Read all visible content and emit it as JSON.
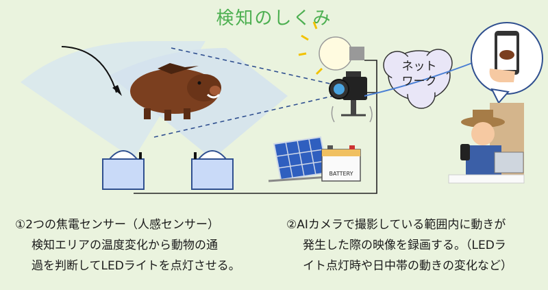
{
  "title": "検知のしくみ",
  "network_label_line1": "ネット",
  "network_label_line2": "ワーク",
  "battery_label": "BATTERY",
  "colors": {
    "title": "#4caf50",
    "background": "#eaf3de",
    "sensor_box": "#c9daf8",
    "sensor_border": "#2f4f8f",
    "boar": "#7b3f1f",
    "cloud": "#e9e6f7"
  },
  "descriptions": [
    {
      "line1": "①2つの焦電センサー（人感センサー）",
      "line2": "検知エリアの温度変化から動物の通",
      "line3": "過を判断してLEDライトを点灯させる。"
    },
    {
      "line1": "②AIカメラで撮影している範囲内に動きが",
      "line2": "発生した際の映像を録画する。（LEDラ",
      "line3": "イト点灯時や日中帯の動きの変化など）"
    }
  ]
}
